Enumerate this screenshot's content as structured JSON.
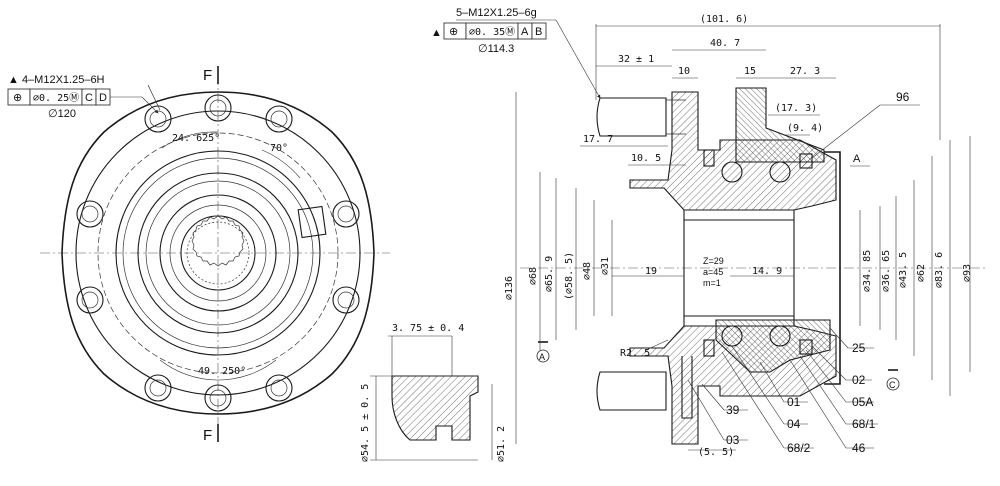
{
  "thread_callouts": {
    "left": {
      "spec": "▲ 4–M12X1.25–6H",
      "symbol": "⊕",
      "tolerance": "∅0. 25Ⓜ",
      "datum_1": "C",
      "datum_2": "D",
      "basic": "∅120"
    },
    "right": {
      "spec": "5–M12X1.25–6g",
      "marker": "▲",
      "symbol": "⊕",
      "tolerance": "∅0. 35Ⓜ",
      "datum_1": "A",
      "datum_2": "B",
      "basic": "∅114.3"
    }
  },
  "front_view": {
    "section_mark_top": "F",
    "section_mark_bottom": "F",
    "angle_1": "24. 625°",
    "angle_2": "70°",
    "angle_3": "49. 250°"
  },
  "detail_view": {
    "width_dim": "3. 75 ± 0. 4",
    "outer_dia": "∅54. 5 ± 0. 5",
    "inner_dia": "∅51. 2"
  },
  "section_view": {
    "top_dims": {
      "overall": "(101. 6)",
      "d_40_7": "40. 7",
      "d_32": "32 ± 1",
      "d_10": "10",
      "d_15": "15",
      "d_27_3": "27. 3",
      "d_17_3": "(17. 3)",
      "d_9_4": "(9. 4)",
      "d_17_7": "17. 7",
      "d_10_5": "10. 5"
    },
    "left_dias": [
      "∅136",
      "∅68",
      "∅65. 9",
      "(∅58. 5)",
      "∅48",
      "∅31"
    ],
    "right_dias": [
      "∅34. 85",
      "∅36. 65",
      "∅43. 5",
      "∅62",
      "∅83. 6",
      "∅93"
    ],
    "inner_dims": {
      "d_19": "19",
      "d_14_9": "14. 9"
    },
    "spline": {
      "z": "Z=29",
      "a": "a=45",
      "m": "m=1"
    },
    "radius": "R2. 5",
    "bottom_dim": "(5. 5)",
    "datums": {
      "a_flag": "A",
      "a_circle": "A",
      "c_circle": "C"
    }
  },
  "part_numbers": {
    "p96": "96",
    "p25": "25",
    "p02": "02",
    "p05a": "05A",
    "p68_1": "68/1",
    "p46": "46",
    "p68_2": "68/2",
    "p04": "04",
    "p01": "01",
    "p39": "39",
    "p03": "03"
  }
}
